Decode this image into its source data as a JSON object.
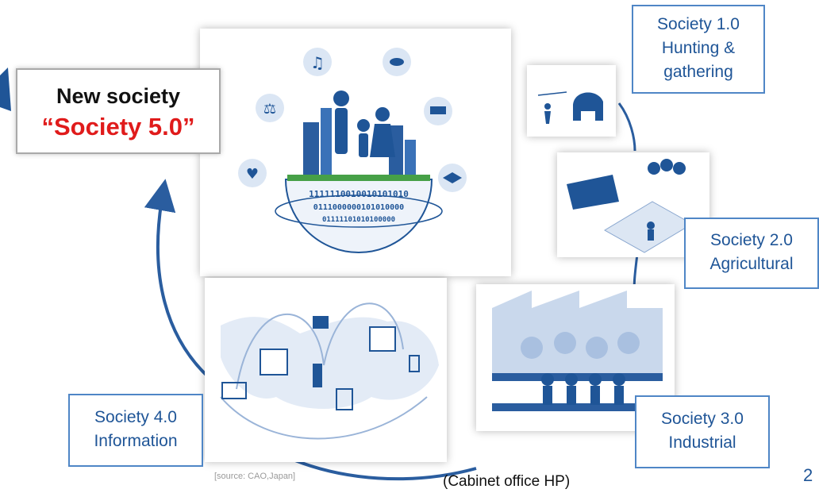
{
  "title_callout": {
    "line1": "New society",
    "line2": "“Society 5.0”"
  },
  "stages": {
    "s1": {
      "line1": "Society 1.0",
      "line2": "Hunting &",
      "line3": "gathering"
    },
    "s2": {
      "line1": "Society 2.0",
      "line2": "Agricultural"
    },
    "s3": {
      "line1": "Society 3.0",
      "line2": "Industrial"
    },
    "s4": {
      "line1": "Society 4.0",
      "line2": "Information"
    }
  },
  "binary_lines": [
    "1111110010010101010",
    "0111000000101010000",
    "01111101010100000"
  ],
  "source_small": "[source: CAO,Japan]",
  "source_caption": "(Cabinet office HP)",
  "page_number": "2",
  "colors": {
    "accent_blue": "#1f5597",
    "callout_border": "#4f86c6",
    "highlight_red": "#e01b1b",
    "arrow_blue": "#2a5d9f"
  }
}
